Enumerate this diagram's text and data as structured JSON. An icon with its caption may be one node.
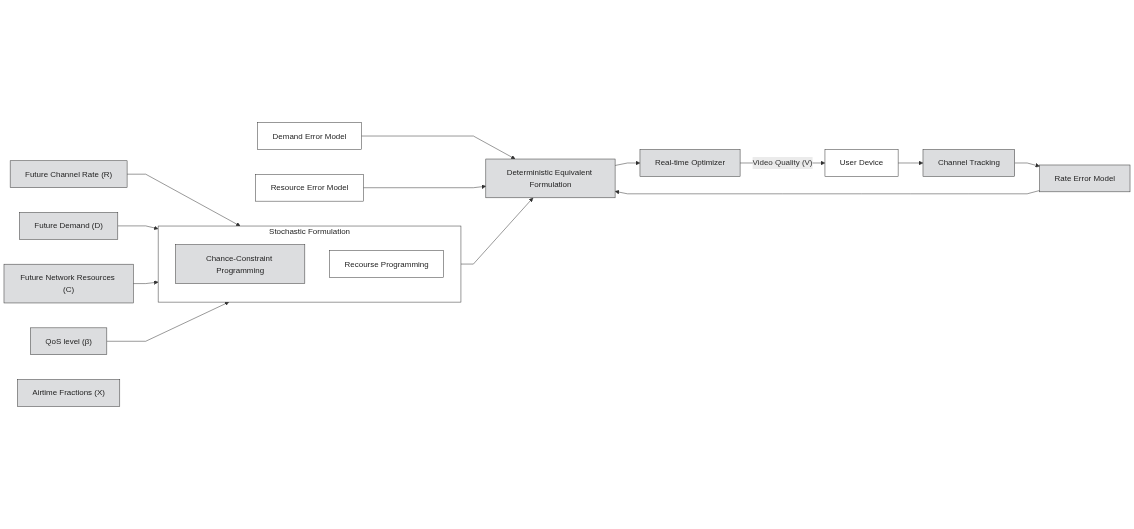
{
  "diagram": {
    "nodes": [
      {
        "text": [
          "Future Channel Rate (R)"
        ]
      },
      {
        "text": [
          "Future Demand (D)"
        ]
      },
      {
        "text": [
          "Future Network Resources (C)"
        ]
      },
      {
        "text": [
          "QoS level (β)"
        ]
      },
      {
        "text": [
          "Stochastic Formulation"
        ]
      },
      {
        "text": [
          "Chance-Constraint Programming"
        ],
        "in": 4
      },
      {
        "text": [
          "Recourse Programming"
        ],
        "in": 4
      },
      {
        "text": [
          "Demand Error Model"
        ]
      },
      {
        "text": [
          "Deterministic Equivalent Formulation"
        ]
      },
      {
        "text": [
          "Real-time Optimizer"
        ]
      },
      {
        "text": [
          "Airtime Fractions (X)"
        ]
      },
      {
        "text": [
          "User Device"
        ]
      },
      {
        "text": [
          "Resource Error Model"
        ]
      },
      {
        "text": [
          "Rate Error Model"
        ]
      },
      {
        "text": [
          "Channel Tracking"
        ]
      }
    ],
    "edges": [
      {
        "from": 0,
        "to": 4,
        "arrow": "to"
      },
      {
        "from": 1,
        "to": 4,
        "arrow": "to"
      },
      {
        "from": 2,
        "to": 4,
        "arrow": "to"
      },
      {
        "from": 3,
        "to": 4,
        "arrow": "to"
      },
      {
        "from": 4,
        "to": 8,
        "arrow": "to"
      },
      {
        "from": 7,
        "to": 8,
        "arrow": "to"
      },
      {
        "from": 8,
        "to": 9,
        "arrow": "to"
      },
      {
        "from": 9,
        "to": 11,
        "arrow": "to",
        "label": "Video Quality (V)"
      },
      {
        "from": 11,
        "to": 14,
        "arrow": "to"
      },
      {
        "from": 14,
        "to": 13,
        "arrow": "to"
      },
      {
        "from": 12,
        "to": 8,
        "arrow": "to"
      },
      {
        "from": 13,
        "to": 8,
        "arrow": "to"
      }
    ]
  }
}
